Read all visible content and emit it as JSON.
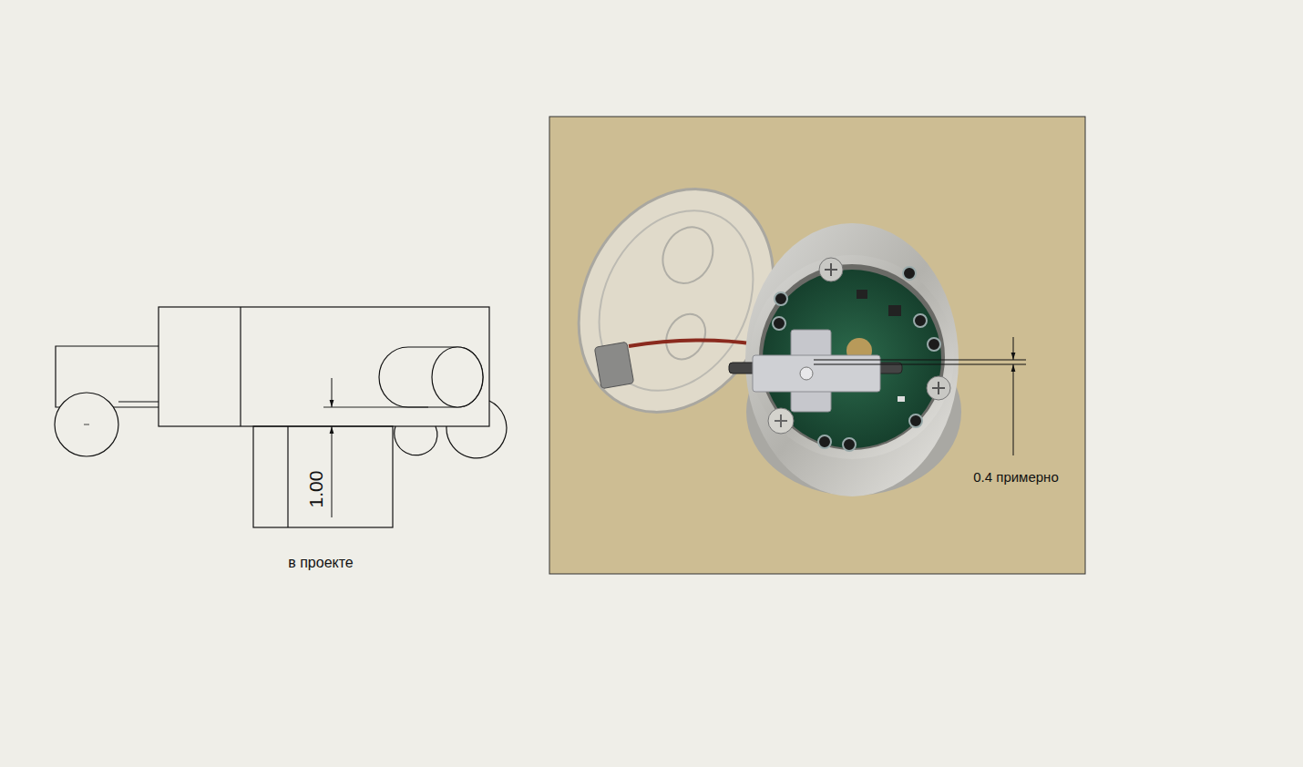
{
  "diagram": {
    "labels": [
      "1.00",
      "в проекте",
      "0.4 примерно"
    ]
  }
}
